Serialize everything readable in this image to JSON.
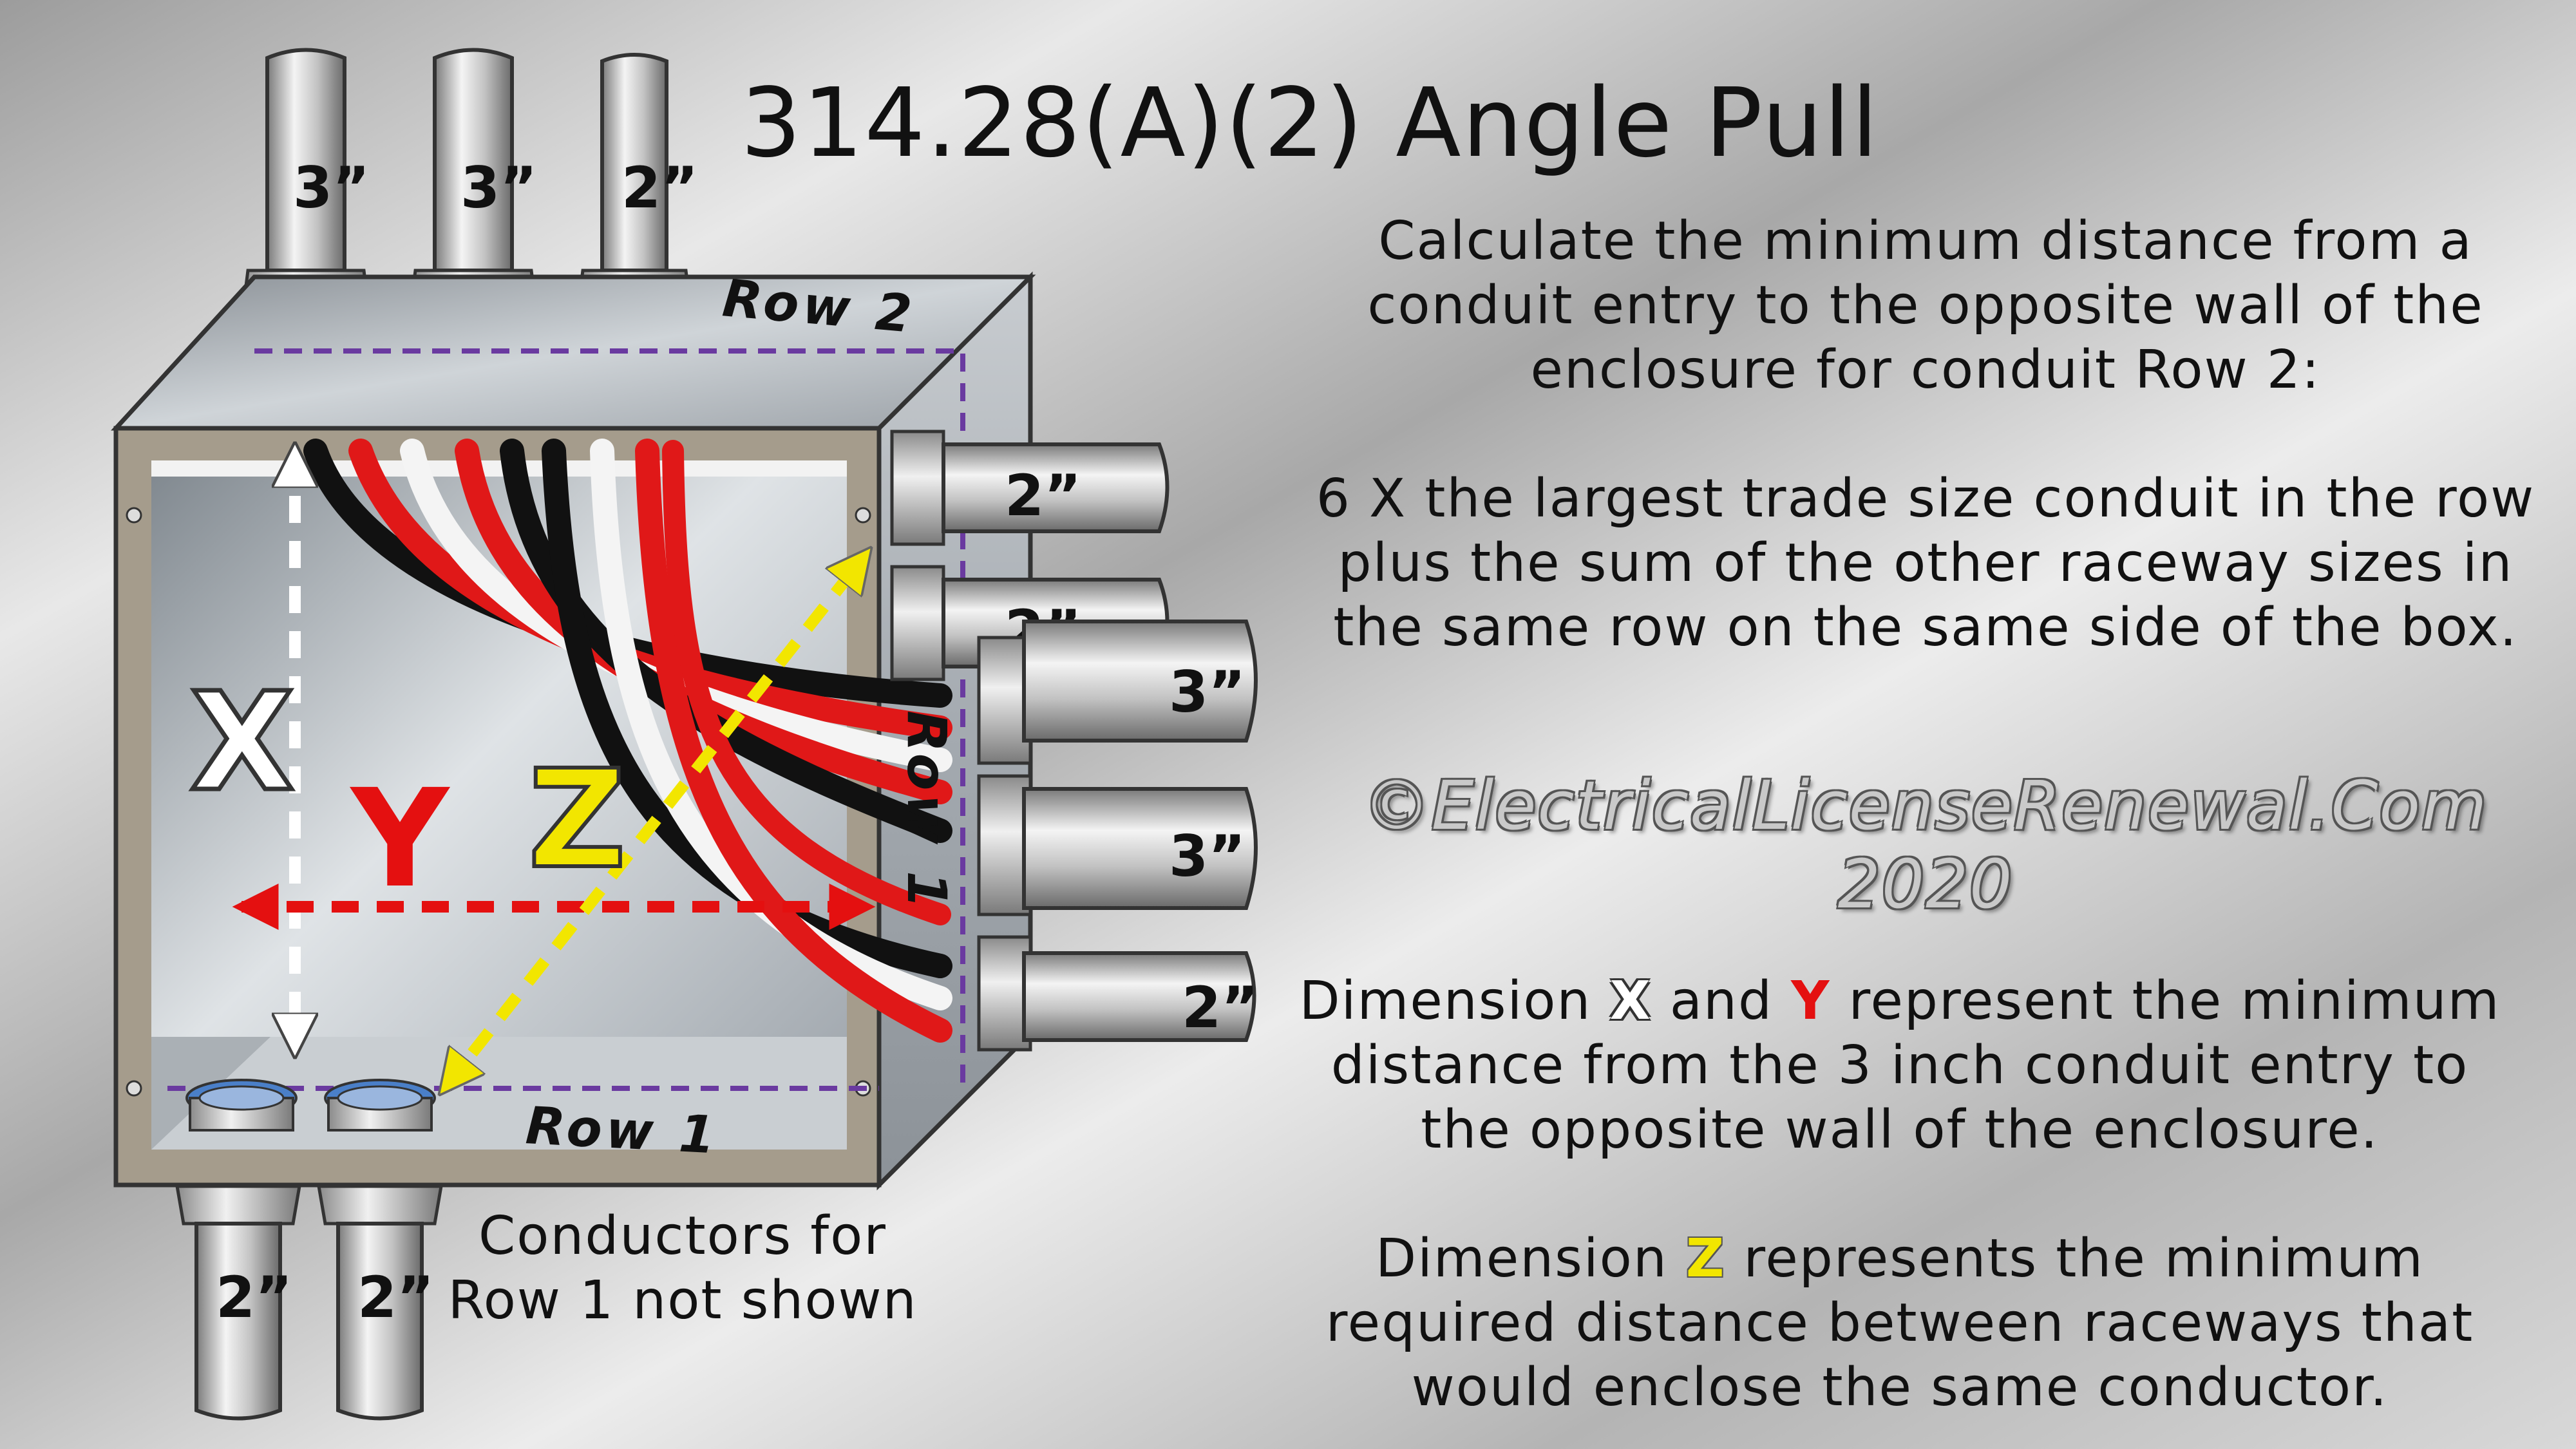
{
  "title": "314.28(A)(2) Angle Pull",
  "explanation": {
    "intro": "Calculate the minimum distance from a conduit entry to the opposite wall of the enclosure for conduit Row 2:",
    "rule": "6 X the largest trade size conduit in the row plus the sum of the other raceway sizes in the same row on the same side of the box.",
    "dim_xy": {
      "pre": "Dimension ",
      "x": "X",
      "mid": " and ",
      "y": "Y",
      "post": " represent the minimum distance from the 3 inch conduit entry to the opposite wall of the enclosure."
    },
    "dim_z": {
      "pre": "Dimension ",
      "z": "Z",
      "post": " represents the minimum required distance between raceways that would enclose the same conductor."
    }
  },
  "copyright": "©ElectricalLicenseRenewal.Com 2020",
  "note": "Conductors for Row 1 not shown",
  "box": {
    "row2_label": "Row 2",
    "row1_label": "Row 1",
    "row1_side_label": "Row 1"
  },
  "dimensions": {
    "x": "X",
    "y": "Y",
    "z": "Z"
  },
  "conduits": {
    "top": [
      {
        "size": "3”"
      },
      {
        "size": "3”"
      },
      {
        "size": "2”"
      }
    ],
    "right_row2": [
      {
        "size": "2”"
      },
      {
        "size": "2”"
      }
    ],
    "right_row1": [
      {
        "size": "3”"
      },
      {
        "size": "3”"
      },
      {
        "size": "2”"
      }
    ],
    "bottom": [
      {
        "size": "2”"
      },
      {
        "size": "2”"
      }
    ]
  },
  "colors": {
    "x_label": "#ffffff",
    "y_label": "#e41010",
    "z_label": "#f2e600",
    "dashed_outline": "#6a3aa0",
    "conductor_red": "#e01818",
    "conductor_black": "#111111",
    "conductor_white": "#f4f4f4"
  }
}
